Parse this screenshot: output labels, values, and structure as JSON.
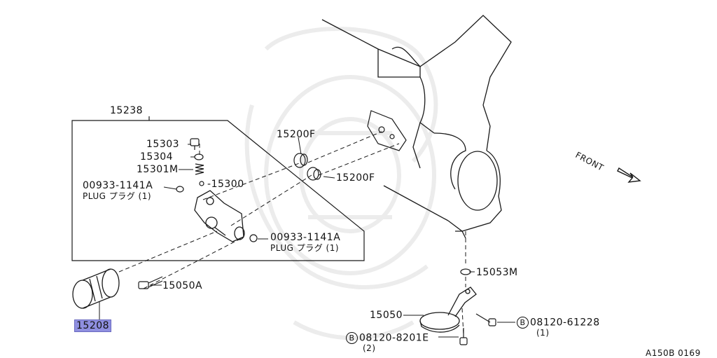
{
  "parts": {
    "assembly": "15238",
    "p15303": "15303",
    "p15304": "15304",
    "p15301m": "15301M",
    "p15300": "15300",
    "p15200f_a": "15200F",
    "p15200f_b": "15200F",
    "plug_a_num": "00933-1141A",
    "plug_a_name": "PLUG プラグ (1)",
    "plug_b_num": "00933-1141A",
    "plug_b_name": "PLUG プラグ (1)",
    "p15050a": "15050A",
    "p15208": "15208",
    "p15053m": "15053M",
    "p15050": "15050",
    "bolt_a_circle": "B",
    "bolt_a_num": "08120-61228",
    "bolt_a_qty": "(1)",
    "bolt_b_circle": "B",
    "bolt_b_num": "08120-8201E",
    "bolt_b_qty": "(2)"
  },
  "front_label": "FRONT",
  "diagram_code": "A150B 0169",
  "colors": {
    "highlight": "#8f8fe0",
    "line": "#1a1a1a"
  }
}
